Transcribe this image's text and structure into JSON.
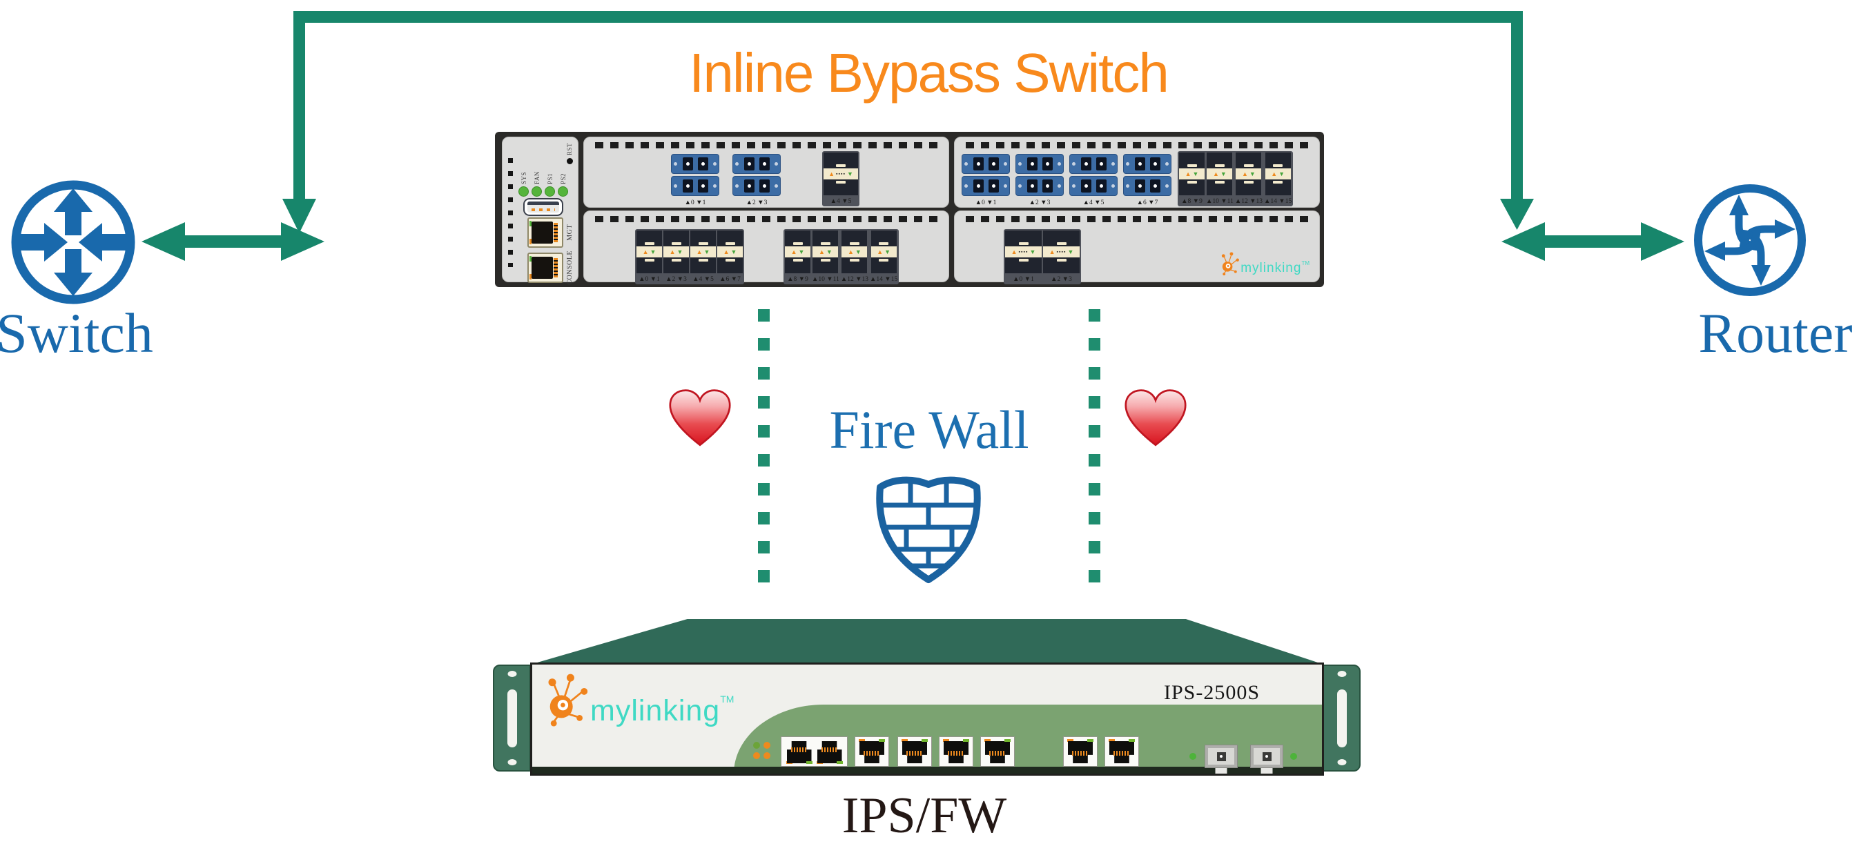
{
  "title": "Inline Bypass Switch",
  "nodes": {
    "switch": "Switch",
    "router": "Router",
    "firewall": "Fire Wall",
    "ips": "IPS/FW"
  },
  "glyphs": {
    "up": "▲",
    "down": "▼",
    "mini_ports": "▪▪▪▪"
  },
  "colors": {
    "link_green": "#17866B",
    "dash_green": "#1F8D6F",
    "title_orange": "#F8891C",
    "node_blue": "#1969AC",
    "shield_blue": "#1A62A0",
    "heart_red": "#DC1823",
    "ips_top_green": "#306A58",
    "ips_face_green": "#7BA371",
    "ips_bracket_green": "#41755F",
    "brand_teal": "#3FD9C4",
    "brand_orange": "#F0831C"
  },
  "bypass_switch": {
    "panel": {
      "reset": "RST",
      "leds": [
        "SYS",
        "FAN",
        "PS1",
        "PS2"
      ],
      "mgt": "MGT",
      "console": "CONSOLE"
    },
    "modules": {
      "top_left": {
        "lc_labels": [
          "▲0  ▼1",
          "▲2  ▼3"
        ],
        "sfp_label": "▲4  ▼5"
      },
      "top_right": {
        "lc_labels": [
          "▲0  ▼1",
          "▲2  ▼3",
          "▲4  ▼5",
          "▲6  ▼7"
        ],
        "sfp_labels": [
          "▲8 ▼9",
          "▲10 ▼11",
          "▲12 ▼13",
          "▲14 ▼15"
        ]
      },
      "bottom_left": {
        "sfp_group1_labels": [
          "▲0 ▼1",
          "▲2 ▼3",
          "▲4 ▼5",
          "▲6 ▼7"
        ],
        "sfp_group2_labels": [
          "▲8 ▼9",
          "▲10 ▼11",
          "▲12 ▼13",
          "▲14 ▼15"
        ]
      },
      "bottom_right": {
        "qsfp_labels": [
          "▲0  ▼1",
          "▲2  ▼3"
        ],
        "brand": "mylinking",
        "brand_tm": "TM"
      }
    }
  },
  "ips_device": {
    "brand": "mylinking",
    "brand_tm": "TM",
    "model": "IPS-2500S"
  }
}
